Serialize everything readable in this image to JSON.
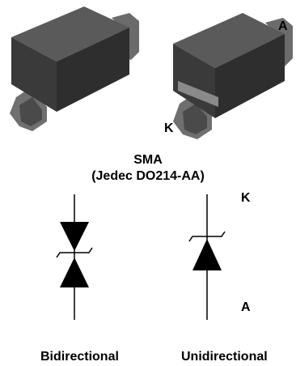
{
  "package": {
    "title_line1": "SMA",
    "title_line2": "(Jedec DO214-AA)"
  },
  "terminals": {
    "anode": "A",
    "cathode": "K"
  },
  "symbols": {
    "bidirectional_caption": "Bidirectional",
    "unidirectional_caption": "Unidirectional",
    "unidirectional_top_label": "K",
    "unidirectional_bottom_label": "A"
  },
  "colors": {
    "body_front": "#3a3a3a",
    "body_top": "#565656",
    "body_side": "#262626",
    "lead": "#6d6d6d",
    "band": "#8a8a8a"
  }
}
